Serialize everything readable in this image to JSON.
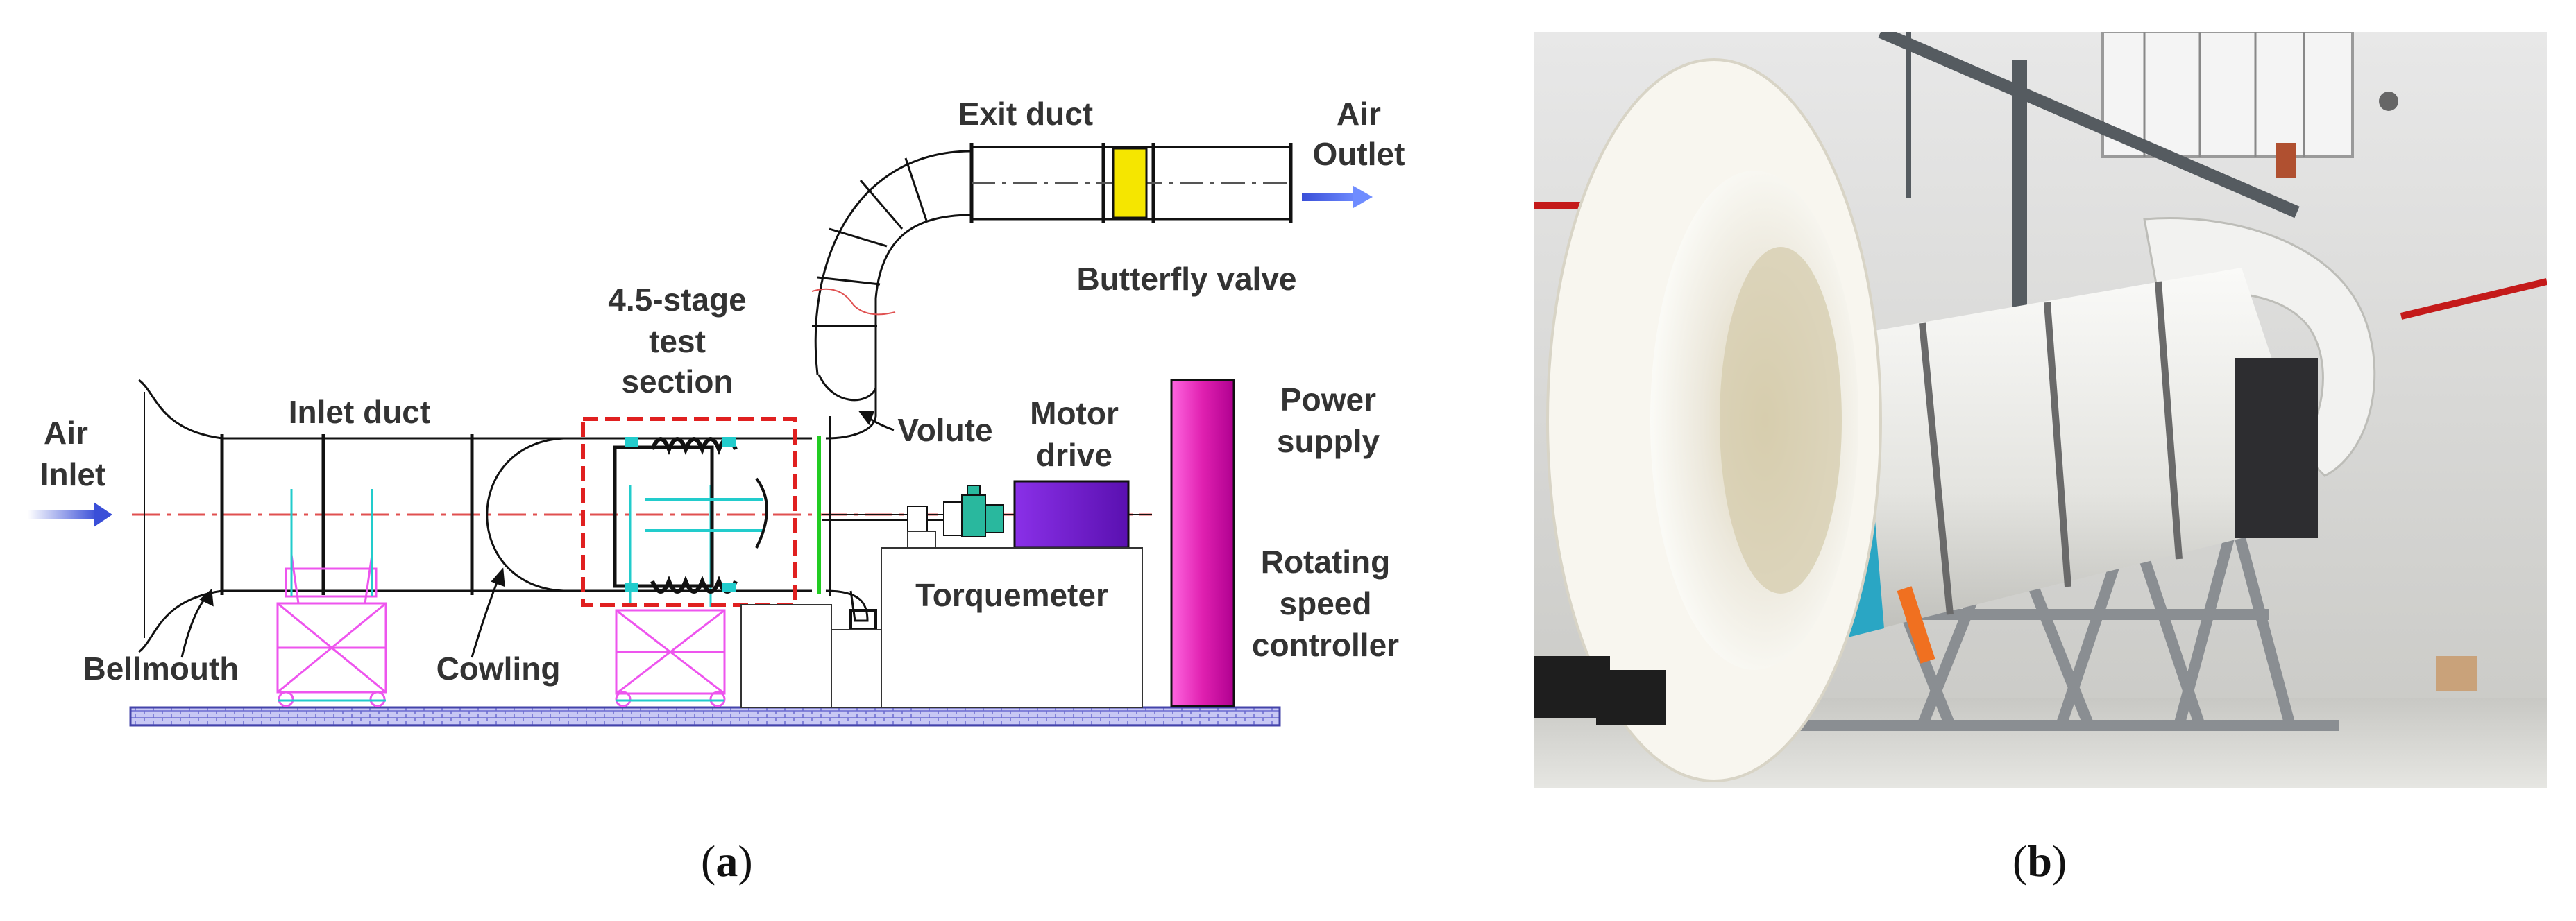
{
  "panel_a": {
    "caption_open": "(",
    "caption_letter": "a",
    "caption_close": ")",
    "labels": {
      "air_inlet_1": "Air",
      "air_inlet_2": "Inlet",
      "inlet_duct": "Inlet duct",
      "bellmouth": "Bellmouth",
      "cowling": "Cowling",
      "test_section_1": "4.5-stage",
      "test_section_2": "test",
      "test_section_3": "section",
      "exit_duct": "Exit duct",
      "air_outlet_1": "Air",
      "air_outlet_2": "Outlet",
      "butterfly_valve": "Butterfly valve",
      "volute": "Volute",
      "motor_drive_1": "Motor",
      "motor_drive_2": "drive",
      "power_supply_1": "Power",
      "power_supply_2": "supply",
      "torquemeter": "Torquemeter",
      "rotating_1": "Rotating",
      "rotating_2": "speed",
      "rotating_3": "controller"
    },
    "colors": {
      "flow_arrow": "#3a4fd8",
      "centerline": "#e05050",
      "stand": "#ee55ee",
      "stand_guide": "#22cccc",
      "test_box": "#e02020",
      "butterfly_valve": "#f5e600",
      "motor": "#7a22d0",
      "power_supply": "#e020b0",
      "green_plate": "#22cc22",
      "floor": "#b8b8ee"
    }
  },
  "panel_b": {
    "caption_open": "(",
    "caption_letter": "b",
    "caption_close": ")"
  }
}
